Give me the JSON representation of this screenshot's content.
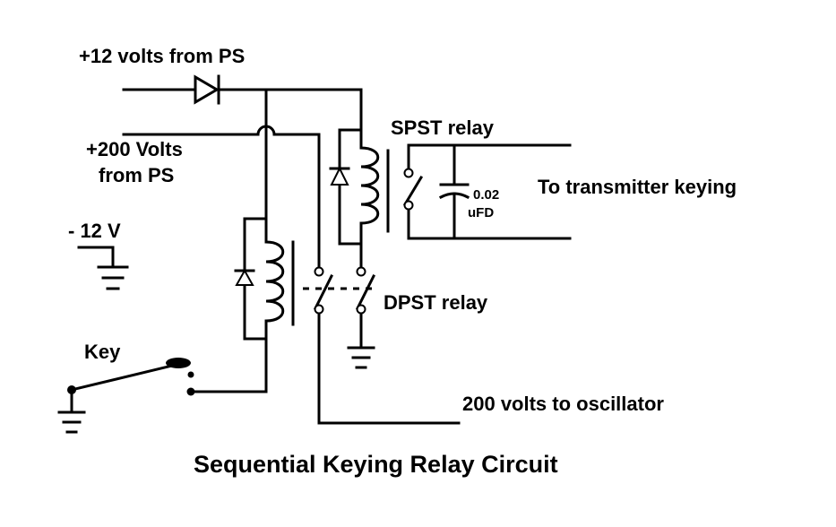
{
  "labels": {
    "plus12": "+12 volts from PS",
    "plus200_line1": "+200 Volts",
    "plus200_line2": "from PS",
    "minus12": "- 12 V",
    "spst": "SPST relay",
    "dpst": "DPST relay",
    "cap_value": "0.02",
    "cap_unit": "uFD",
    "tx_keying": "To transmitter keying",
    "key": "Key",
    "osc": "200 volts to oscillator",
    "title": "Sequential Keying Relay Circuit"
  },
  "components": {
    "diode_supply": "diode-icon",
    "spst_relay_coil": "relay-coil-icon",
    "dpst_relay_coil": "relay-coil-icon",
    "capacitor": "capacitor-icon",
    "key": "telegraph-key-icon",
    "grounds": "ground-icon"
  }
}
